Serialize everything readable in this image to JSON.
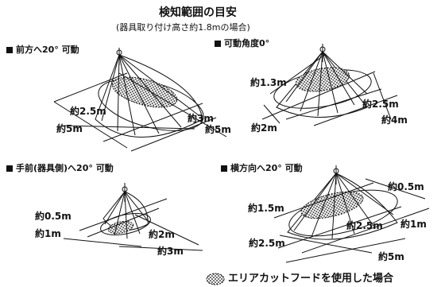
{
  "title": "検知範囲の目安",
  "subtitle": "(器具取り付け高さ約1.8mの場合)",
  "panels": {
    "forward": {
      "heading": "前方へ20° 可動",
      "labels": [
        "約2.5m",
        "約5m",
        "約3m",
        "約5m"
      ]
    },
    "fixed": {
      "heading": "可動角度0°",
      "labels": [
        "約1.3m",
        "約2m",
        "約2.5m",
        "約4m"
      ]
    },
    "front": {
      "heading": "手前(器具側)へ20° 可動",
      "labels": [
        "約0.5m",
        "約1m",
        "約2m",
        "約3m"
      ]
    },
    "sideways": {
      "heading": "横方向へ20° 可動",
      "labels": [
        "約0.5m",
        "約1.5m",
        "約2.5m",
        "約1m",
        "約2.5m",
        "約5m"
      ]
    }
  },
  "legend": {
    "icon": "dotted-pattern-swatch",
    "text": "エリアカットフードを使用した場合"
  }
}
